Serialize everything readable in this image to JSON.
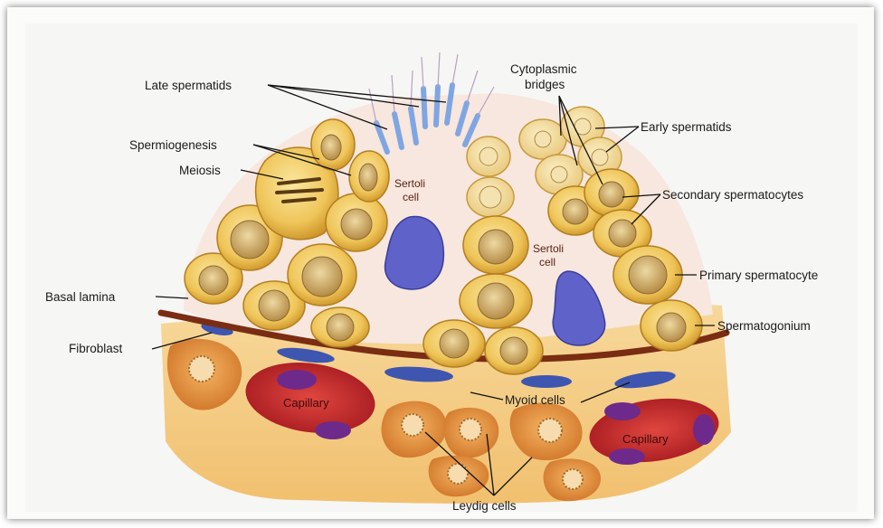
{
  "diagram": {
    "labels": {
      "late_spermatids": "Late spermatids",
      "spermiogenesis": "Spermiogenesis",
      "meiosis": "Meiosis",
      "basal_lamina": "Basal lamina",
      "fibroblast": "Fibroblast",
      "cytoplasmic_bridges_1": "Cytoplasmic",
      "cytoplasmic_bridges_2": "bridges",
      "early_spermatids": "Early spermatids",
      "secondary_spermatocytes": "Secondary spermatocytes",
      "primary_spermatocyte": "Primary spermatocyte",
      "spermatogonium": "Spermatogonium",
      "myoid_cells": "Myoid cells",
      "leydig_cells": "Leydig cells",
      "sertoli_1": "Sertoli",
      "cell_1": "cell",
      "sertoli_2": "Sertoli",
      "cell_2": "cell",
      "capillary_left": "Capillary",
      "capillary_right": "Capillary"
    },
    "colors": {
      "germ_cell": "#f0c75a",
      "nucleus": "#c7a35a",
      "sertoli_nucleus": "#5f62c8",
      "basal_lamina": "#7a2d12",
      "capillary": "#c5262c",
      "interstitium": "#f0b24a",
      "myoid_cell": "#3f56b0",
      "spermatid_tail": "#7fa6e2"
    }
  }
}
